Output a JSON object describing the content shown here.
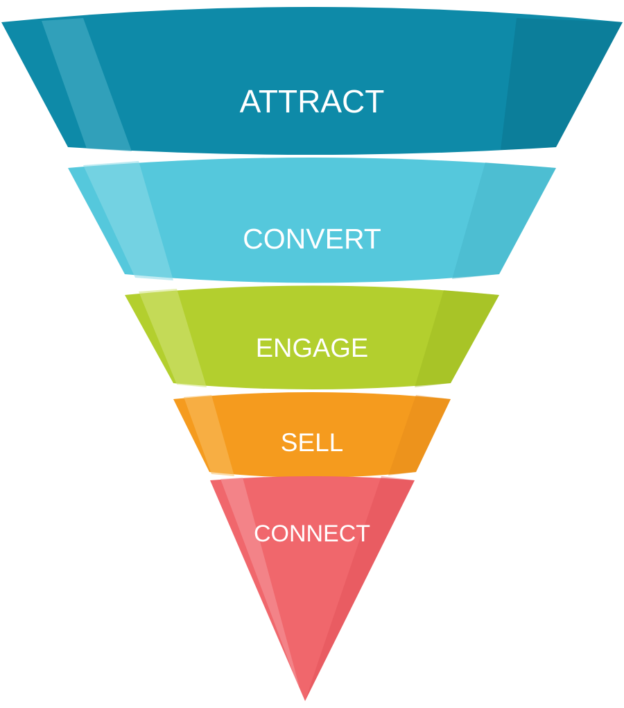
{
  "funnel": {
    "stages": [
      {
        "label": "ATTRACT",
        "color": "#0e8aa8",
        "dark": "#0a6f89",
        "light": "#4fb3c9"
      },
      {
        "label": "CONVERT",
        "color": "#55c8dc",
        "dark": "#40aec3",
        "light": "#8ddbe8"
      },
      {
        "label": "ENGAGE",
        "color": "#b3cf2e",
        "dark": "#98b31f",
        "light": "#d2e47a"
      },
      {
        "label": "SELL",
        "color": "#f59b1e",
        "dark": "#e2861a",
        "light": "#f8bd63"
      },
      {
        "label": "CONNECT",
        "color": "#f0676c",
        "dark": "#de4e55",
        "light": "#f59aa0"
      }
    ]
  }
}
